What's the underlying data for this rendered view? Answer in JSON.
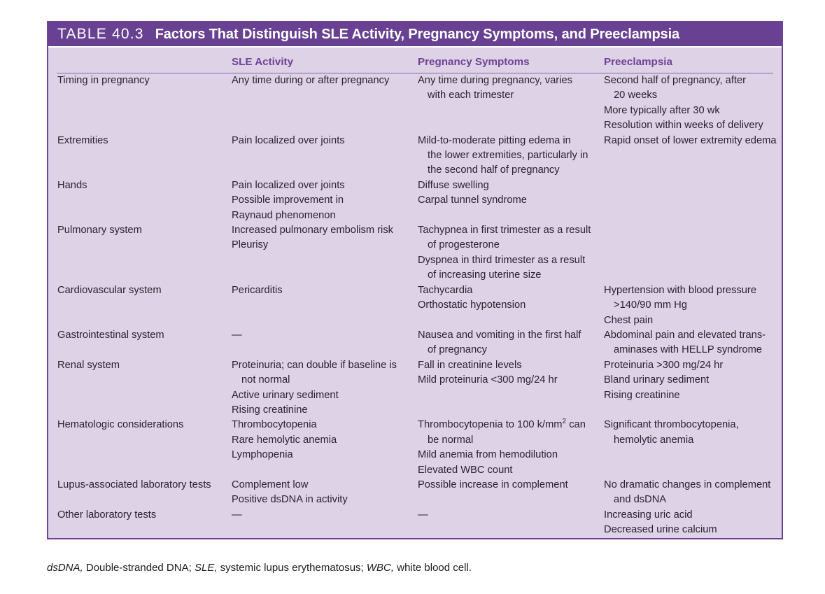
{
  "table": {
    "number_label": "TABLE 40.3",
    "title": "Factors That Distinguish SLE Activity, Pregnancy Symptoms, and Preeclampsia",
    "colors": {
      "title_bar": "#684192",
      "body_background": "#ddd2e6",
      "border": "#6f4296",
      "column_header_text": "#6f4296",
      "body_text": "#2b2330"
    },
    "columns": [
      {
        "key": "feature",
        "label": ""
      },
      {
        "key": "sle",
        "label": "SLE Activity"
      },
      {
        "key": "pregnancy",
        "label": "Pregnancy Symptoms"
      },
      {
        "key": "preeclampsia",
        "label": "Preeclampsia"
      }
    ],
    "rows": [
      {
        "feature": [
          "Timing in pregnancy"
        ],
        "sle": [
          "Any time during or after pregnancy"
        ],
        "pregnancy": [
          "Any time during pregnancy, varies",
          "with each trimester"
        ],
        "preeclampsia": [
          "Second half of pregnancy, after",
          "20 weeks",
          "More typically after 30 wk",
          "Resolution within weeks of delivery"
        ]
      },
      {
        "feature": [
          "Extremities"
        ],
        "sle": [
          "Pain localized over joints"
        ],
        "pregnancy": [
          "Mild-to-moderate pitting edema in",
          "the lower extremities, particularly in",
          "the second half of pregnancy"
        ],
        "preeclampsia": [
          "Rapid onset of lower extremity edema"
        ]
      },
      {
        "feature": [
          "Hands"
        ],
        "sle": [
          "Pain localized over joints",
          "Possible improvement in",
          "Raynaud phenomenon"
        ],
        "pregnancy": [
          "Diffuse swelling",
          "Carpal tunnel syndrome"
        ],
        "preeclampsia": []
      },
      {
        "feature": [
          "Pulmonary system"
        ],
        "sle": [
          "Increased pulmonary embolism risk",
          "Pleurisy"
        ],
        "pregnancy": [
          "Tachypnea in first trimester as a result",
          "of progesterone",
          "Dyspnea in third trimester as a result",
          "of increasing uterine size"
        ],
        "preeclampsia": []
      },
      {
        "feature": [
          "Cardiovascular system"
        ],
        "sle": [
          "Pericarditis"
        ],
        "pregnancy": [
          "Tachycardia",
          "Orthostatic hypotension"
        ],
        "preeclampsia": [
          "Hypertension with blood pressure",
          ">140/90 mm Hg",
          "Chest pain"
        ]
      },
      {
        "feature": [
          "Gastrointestinal system"
        ],
        "sle": [
          "—"
        ],
        "pregnancy": [
          "Nausea and vomiting in the first half",
          "of pregnancy"
        ],
        "preeclampsia": [
          "Abdominal pain and elevated trans-",
          "aminases with HELLP syndrome"
        ]
      },
      {
        "feature": [
          "Renal system"
        ],
        "sle": [
          "Proteinuria; can double if baseline is",
          "not normal",
          "Active urinary sediment",
          "Rising creatinine"
        ],
        "pregnancy": [
          "Fall in creatinine levels",
          "Mild proteinuria <300 mg/24 hr"
        ],
        "preeclampsia": [
          "Proteinuria >300 mg/24 hr",
          "Bland urinary sediment",
          "Rising creatinine"
        ]
      },
      {
        "feature": [
          "Hematologic considerations"
        ],
        "sle": [
          "Thrombocytopenia",
          "Rare hemolytic anemia",
          "Lymphopenia"
        ],
        "pregnancy": [
          "Thrombocytopenia to 100 k/mm2 can",
          "be normal",
          "Mild anemia from hemodilution",
          "Elevated WBC count"
        ],
        "preeclampsia": [
          "Significant thrombocytopenia,",
          "hemolytic anemia"
        ]
      },
      {
        "feature": [
          "Lupus-associated laboratory tests"
        ],
        "sle": [
          "Complement low",
          "Positive dsDNA in activity"
        ],
        "pregnancy": [
          "Possible increase in complement"
        ],
        "preeclampsia": [
          "No dramatic changes in complement",
          "and dsDNA"
        ]
      },
      {
        "feature": [
          "Other laboratory tests"
        ],
        "sle": [
          "—"
        ],
        "pregnancy": [
          "—"
        ],
        "preeclampsia": [
          "Increasing uric acid",
          "Decreased urine calcium"
        ]
      }
    ],
    "footnote": {
      "abbr1": "dsDNA,",
      "text1": " Double-stranded DNA; ",
      "abbr2": "SLE,",
      "text2": " systemic lupus erythematosus; ",
      "abbr3": "WBC,",
      "text3": " white blood cell."
    }
  }
}
